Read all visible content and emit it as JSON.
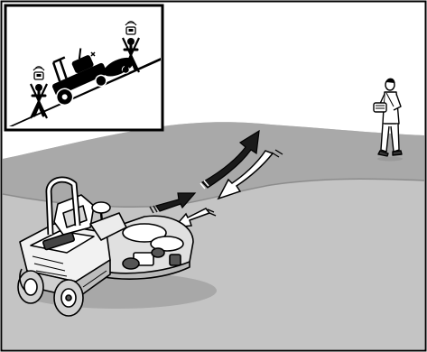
{
  "figure": {
    "frame_color": "#000000",
    "background_color": "#ffffff",
    "sky_color": "#ffffff",
    "slope_color": "#a9a9a9",
    "slope_edge_color": "#8c8c8c",
    "ground_color": "#c4c4c4",
    "arrow_fill_color": "#1a1a1a",
    "arrow_light_color": "#ffffff"
  },
  "inset": {
    "description_icons": [
      "remote-control-icon",
      "prohibited-person-icon",
      "mower-on-slope-icon"
    ],
    "border_color": "#000000",
    "slope_color": "#000000",
    "prohibition_color": "#000000"
  },
  "scene": {
    "objects": [
      "remote-controlled-mower",
      "operator-with-remote",
      "uphill-arrow",
      "downhill-arrow",
      "slope-terrain"
    ],
    "arrow_directions": [
      "uphill-forward",
      "downhill-return",
      "short-forward",
      "short-return"
    ]
  }
}
